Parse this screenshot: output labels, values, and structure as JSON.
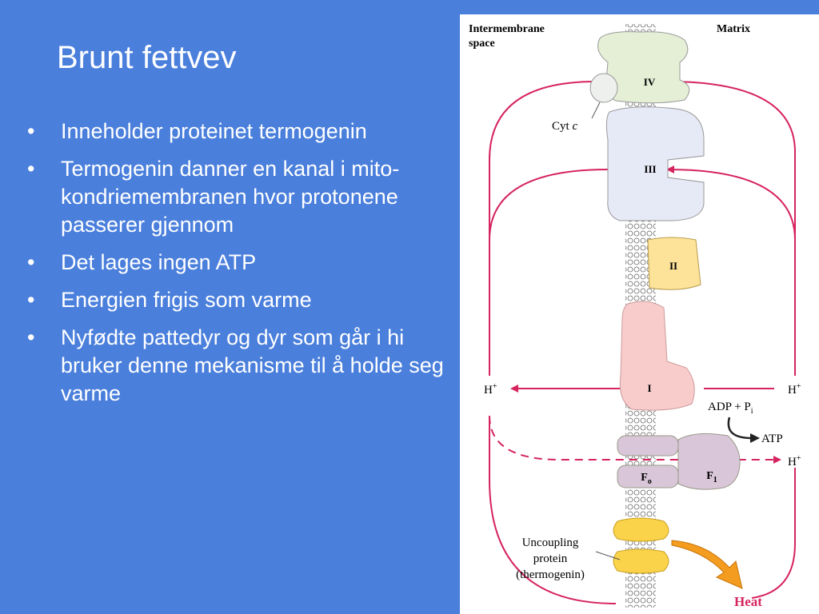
{
  "slide": {
    "title": "Brunt fettvev",
    "bullets": [
      "Inneholder proteinet termogenin",
      "Termogenin danner en kanal i mito-kondriemembranen hvor protonene passerer gjennom",
      "Det lages ingen ATP",
      "Energien frigis som varme",
      "Nyfødte pattedyr og dyr som går i hi bruker denne mekanisme til å holde seg varme"
    ]
  },
  "diagram": {
    "intermembrane_label_1": "Intermembrane",
    "intermembrane_label_2": "space",
    "matrix_label": "Matrix",
    "complex_iv": "IV",
    "cyt_c": "Cyt",
    "cyt_c_italic": "c",
    "complex_iii": "III",
    "complex_ii": "II",
    "complex_i": "I",
    "h_plus_left": "H",
    "h_plus_right_1": "H",
    "h_plus_right_2": "H",
    "plus_sign": "+",
    "adp_pi": "ADP + P",
    "pi_subscript": "i",
    "atp": "ATP",
    "f0": "F",
    "f0_sub": "o",
    "f1": "F",
    "f1_sub": "1",
    "uncoupling_1": "Uncoupling",
    "uncoupling_2": "protein",
    "uncoupling_3": "(thermogenin)",
    "heat": "Heat"
  },
  "colors": {
    "background": "#4a7fdc",
    "arrow": "#d6245e",
    "heat_arrow": "#f39c1f",
    "complex_iv": "#e4efd6",
    "complex_iii": "#e6e9f6",
    "complex_ii": "#fde29a",
    "complex_i": "#f9cccc",
    "atp_synthase": "#d9c6d9",
    "thermogenin": "#fbd34a"
  }
}
